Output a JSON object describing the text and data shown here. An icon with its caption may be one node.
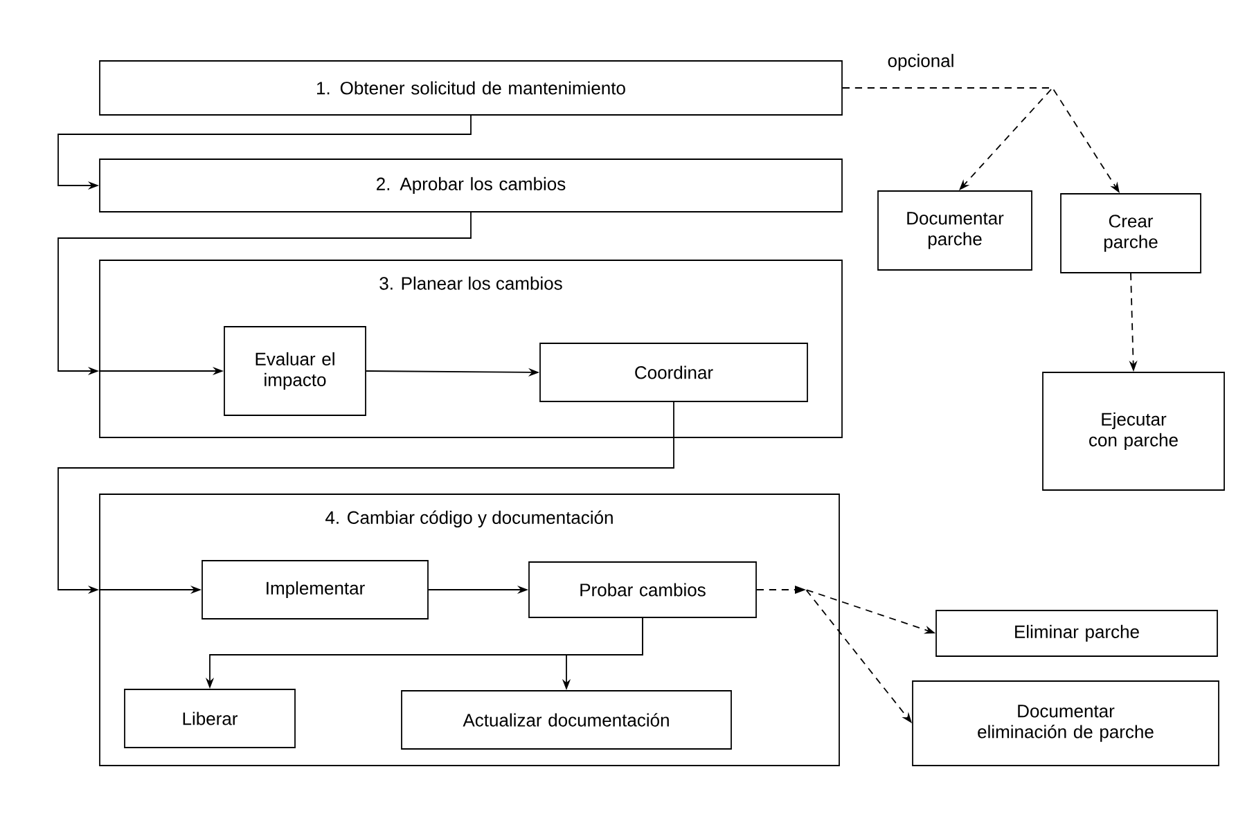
{
  "diagram": {
    "nodes": [
      {
        "text": [
          "1.  Obtener solicitud de mantenimiento"
        ]
      },
      {
        "text": [
          "2.  Aprobar los cambios"
        ]
      },
      {
        "text": [
          "3.  Planear los cambios"
        ]
      },
      {
        "text": [
          "Evaluar el impacto"
        ],
        "in": 2
      },
      {
        "text": [
          "Coordinar"
        ],
        "in": 2
      },
      {
        "text": [
          "4.  Cambiar código y documentación"
        ]
      },
      {
        "text": [
          "Implementar"
        ],
        "in": 5
      },
      {
        "text": [
          "Probar cambios"
        ],
        "in": 5
      },
      {
        "text": [
          "Liberar"
        ],
        "in": 5
      },
      {
        "text": [
          "Actualizar documentación"
        ],
        "in": 5
      },
      {
        "text": [
          "Documentar parche"
        ]
      },
      {
        "text": [
          "Crear parche"
        ]
      },
      {
        "text": [
          "Ejecutar con parche"
        ]
      },
      {
        "text": [
          "Eliminar parche"
        ]
      },
      {
        "text": [
          "Documentar eliminación de parche"
        ]
      }
    ],
    "edges": [
      {
        "from": 0,
        "to": 1,
        "arrow": "to"
      },
      {
        "from": 1,
        "to": 2,
        "arrow": "to"
      },
      {
        "from": 2,
        "to": 3,
        "arrow": "to"
      },
      {
        "from": 3,
        "to": 4,
        "arrow": "to"
      },
      {
        "from": 4,
        "to": 5,
        "arrow": "to"
      },
      {
        "from": 5,
        "to": 6,
        "arrow": "to"
      },
      {
        "from": 6,
        "to": 7,
        "arrow": "to"
      },
      {
        "from": 7,
        "to": 8,
        "arrow": "to"
      },
      {
        "from": 7,
        "to": 9,
        "arrow": "to"
      },
      {
        "from": 0,
        "to": 10,
        "arrow": "to",
        "style": "dashed"
      },
      {
        "from": 0,
        "to": 11,
        "arrow": "to",
        "style": "dashed"
      },
      {
        "from": 11,
        "to": 12,
        "arrow": "to",
        "style": "dashed"
      },
      {
        "from": 7,
        "to": 13,
        "arrow": "to",
        "style": "dashed"
      },
      {
        "from": 7,
        "to": 14,
        "arrow": "to",
        "style": "dashed"
      }
    ],
    "labels": [
      "opcional"
    ]
  }
}
